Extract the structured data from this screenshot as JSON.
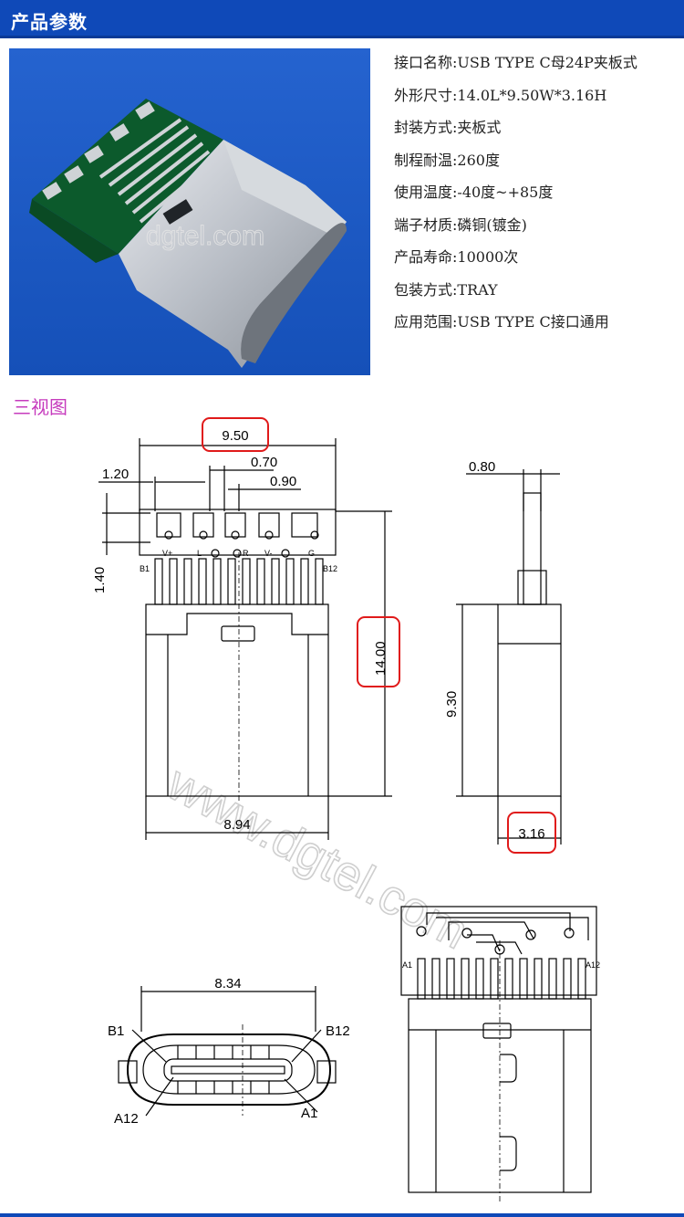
{
  "header": {
    "title": "产品参数"
  },
  "specs": [
    {
      "label": "接口名称:",
      "value": "USB TYPE C母24P夹板式"
    },
    {
      "label": "外形尺寸:",
      "value": "14.0L*9.50W*3.16H"
    },
    {
      "label": "封装方式:",
      "value": "夹板式"
    },
    {
      "label": "制程耐温:",
      "value": "260度"
    },
    {
      "label": "使用温度:",
      "value": "-40度~+85度"
    },
    {
      "label": "端子材质:",
      "value": "磷铜(镀金)"
    },
    {
      "label": "产品寿命:",
      "value": "10000次"
    },
    {
      "label": "包装方式:",
      "value": "TRAY"
    },
    {
      "label": "应用范围:",
      "value": "USB TYPE C接口通用"
    }
  ],
  "views": {
    "title": "三视图",
    "dims": {
      "width_top": "9.50",
      "pitch": "0.70",
      "pitch2": "0.90",
      "left": "1.20",
      "thickness": "0.80",
      "pad_h": "1.40",
      "length": "14.00",
      "body_len": "9.30",
      "body_w": "8.94",
      "height": "3.16",
      "shell_w": "8.34"
    },
    "pin_labels": {
      "b1": "B1",
      "b12": "B12",
      "a1": "A1",
      "a12": "A12",
      "top_names": [
        "V+",
        "L",
        "R",
        "V-",
        "G"
      ]
    }
  },
  "watermark": {
    "text": "www.dgtel.com",
    "photo_text": "dgtel.com"
  },
  "colors": {
    "header": "#0f49b8",
    "views_title": "#c63bbd",
    "highlight": "#e01a1a",
    "photo_bg": "#1b5bc7"
  }
}
